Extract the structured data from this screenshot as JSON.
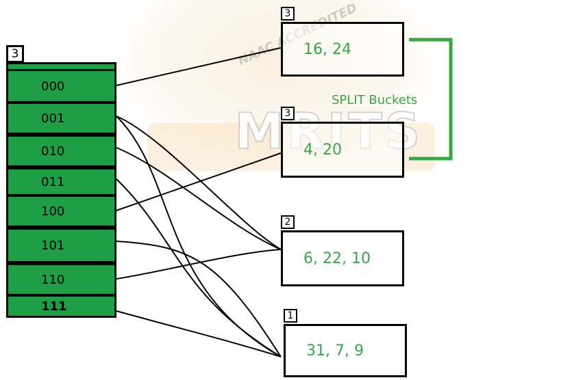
{
  "watermark": {
    "main": "MRITS",
    "arc": "NAAC ACCREDITED"
  },
  "directory": {
    "global_depth": "3",
    "slots": [
      "000",
      "001",
      "010",
      "011",
      "100",
      "101",
      "110",
      "111"
    ]
  },
  "buckets": [
    {
      "local_depth": "3",
      "values": "16, 24"
    },
    {
      "local_depth": "3",
      "values": "4, 20"
    },
    {
      "local_depth": "2",
      "values": "6, 22, 10"
    },
    {
      "local_depth": "1",
      "values": "31, 7, 9"
    }
  ],
  "split_label": "SPLIT Buckets",
  "colors": {
    "directory_fill": "#1e9e45",
    "bucket_text": "#35a845",
    "bracket": "#35a845"
  }
}
